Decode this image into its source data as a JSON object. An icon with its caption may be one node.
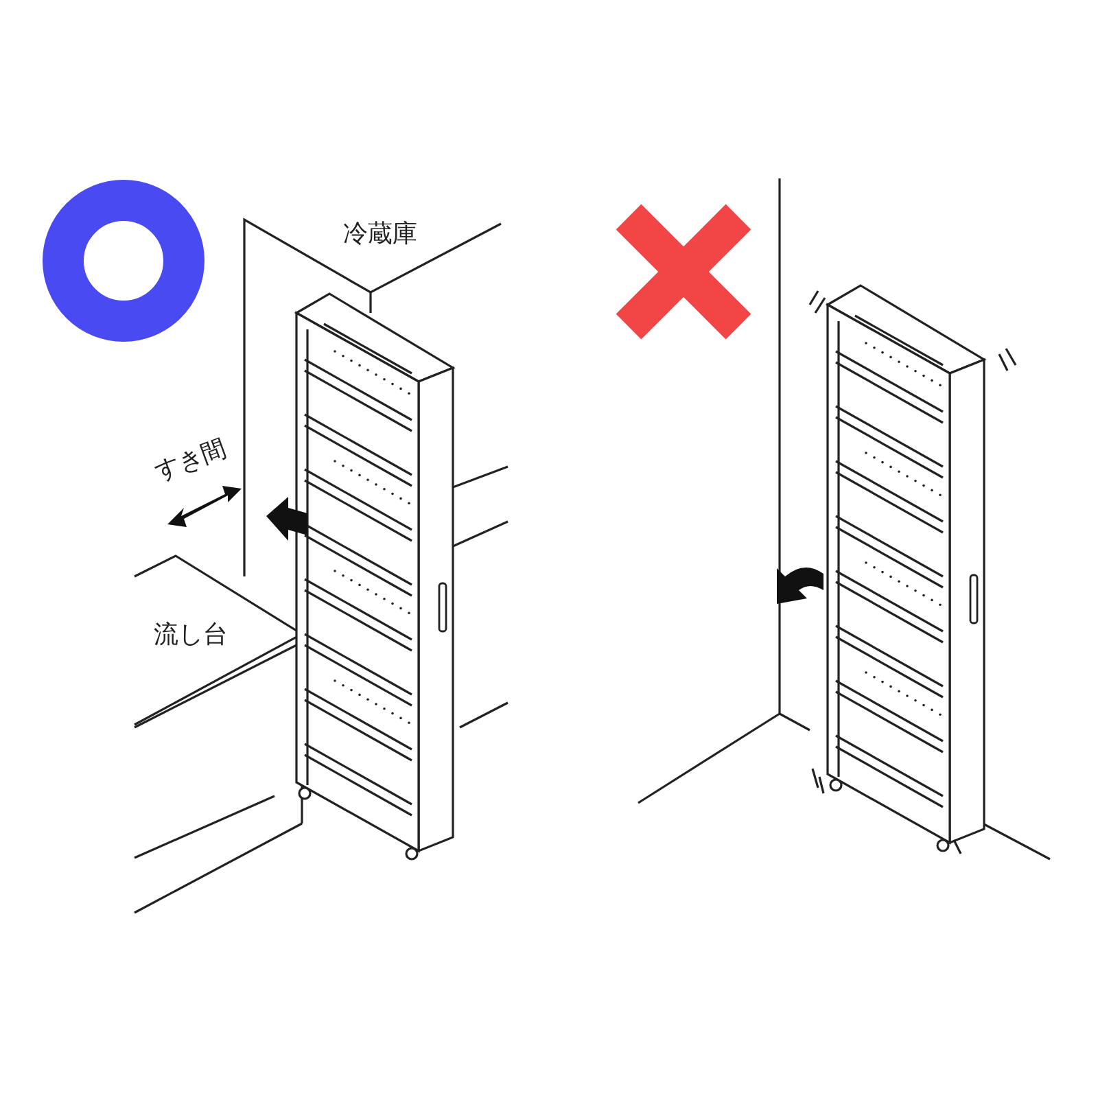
{
  "diagram": {
    "labels": [
      "冷蔵庫",
      "すき間",
      "流し台"
    ]
  }
}
